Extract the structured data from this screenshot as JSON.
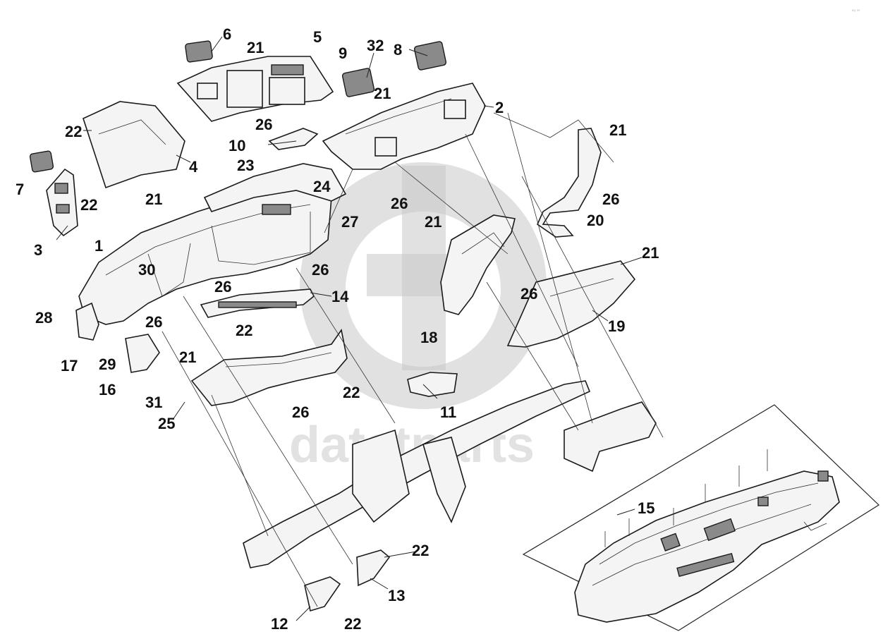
{
  "diagram": {
    "watermark": {
      "text": "datatparts"
    },
    "corner_mark": "⁰⁹ °°",
    "callouts": [
      {
        "id": "c6",
        "label": "6"
      },
      {
        "id": "c21a",
        "label": "21"
      },
      {
        "id": "c5",
        "label": "5"
      },
      {
        "id": "c9",
        "label": "9"
      },
      {
        "id": "c32",
        "label": "32"
      },
      {
        "id": "c8",
        "label": "8"
      },
      {
        "id": "c21b",
        "label": "21"
      },
      {
        "id": "c2",
        "label": "2"
      },
      {
        "id": "c22a",
        "label": "22"
      },
      {
        "id": "c26a",
        "label": "26"
      },
      {
        "id": "c10",
        "label": "10"
      },
      {
        "id": "c4",
        "label": "4"
      },
      {
        "id": "c23",
        "label": "23"
      },
      {
        "id": "c24",
        "label": "24"
      },
      {
        "id": "c21c",
        "label": "21"
      },
      {
        "id": "c7",
        "label": "7"
      },
      {
        "id": "c22b",
        "label": "22"
      },
      {
        "id": "c26b",
        "label": "26"
      },
      {
        "id": "c27",
        "label": "27"
      },
      {
        "id": "c21d",
        "label": "21"
      },
      {
        "id": "c26c",
        "label": "26"
      },
      {
        "id": "c20",
        "label": "20"
      },
      {
        "id": "c21e",
        "label": "21"
      },
      {
        "id": "c3",
        "label": "3"
      },
      {
        "id": "c1",
        "label": "1"
      },
      {
        "id": "c30",
        "label": "30"
      },
      {
        "id": "c26d",
        "label": "26"
      },
      {
        "id": "c21f",
        "label": "21"
      },
      {
        "id": "c26e",
        "label": "26"
      },
      {
        "id": "c26f",
        "label": "26"
      },
      {
        "id": "c14",
        "label": "14"
      },
      {
        "id": "c28",
        "label": "28"
      },
      {
        "id": "c26g",
        "label": "26"
      },
      {
        "id": "c22c",
        "label": "22"
      },
      {
        "id": "c18",
        "label": "18"
      },
      {
        "id": "c19",
        "label": "19"
      },
      {
        "id": "c17",
        "label": "17"
      },
      {
        "id": "c29",
        "label": "29"
      },
      {
        "id": "c21g",
        "label": "21"
      },
      {
        "id": "c16",
        "label": "16"
      },
      {
        "id": "c22d",
        "label": "22"
      },
      {
        "id": "c11",
        "label": "11"
      },
      {
        "id": "c31",
        "label": "31"
      },
      {
        "id": "c26h",
        "label": "26"
      },
      {
        "id": "c25",
        "label": "25"
      },
      {
        "id": "c15",
        "label": "15"
      },
      {
        "id": "c22e",
        "label": "22"
      },
      {
        "id": "c13",
        "label": "13"
      },
      {
        "id": "c12",
        "label": "12"
      },
      {
        "id": "c22f",
        "label": "22"
      }
    ]
  }
}
